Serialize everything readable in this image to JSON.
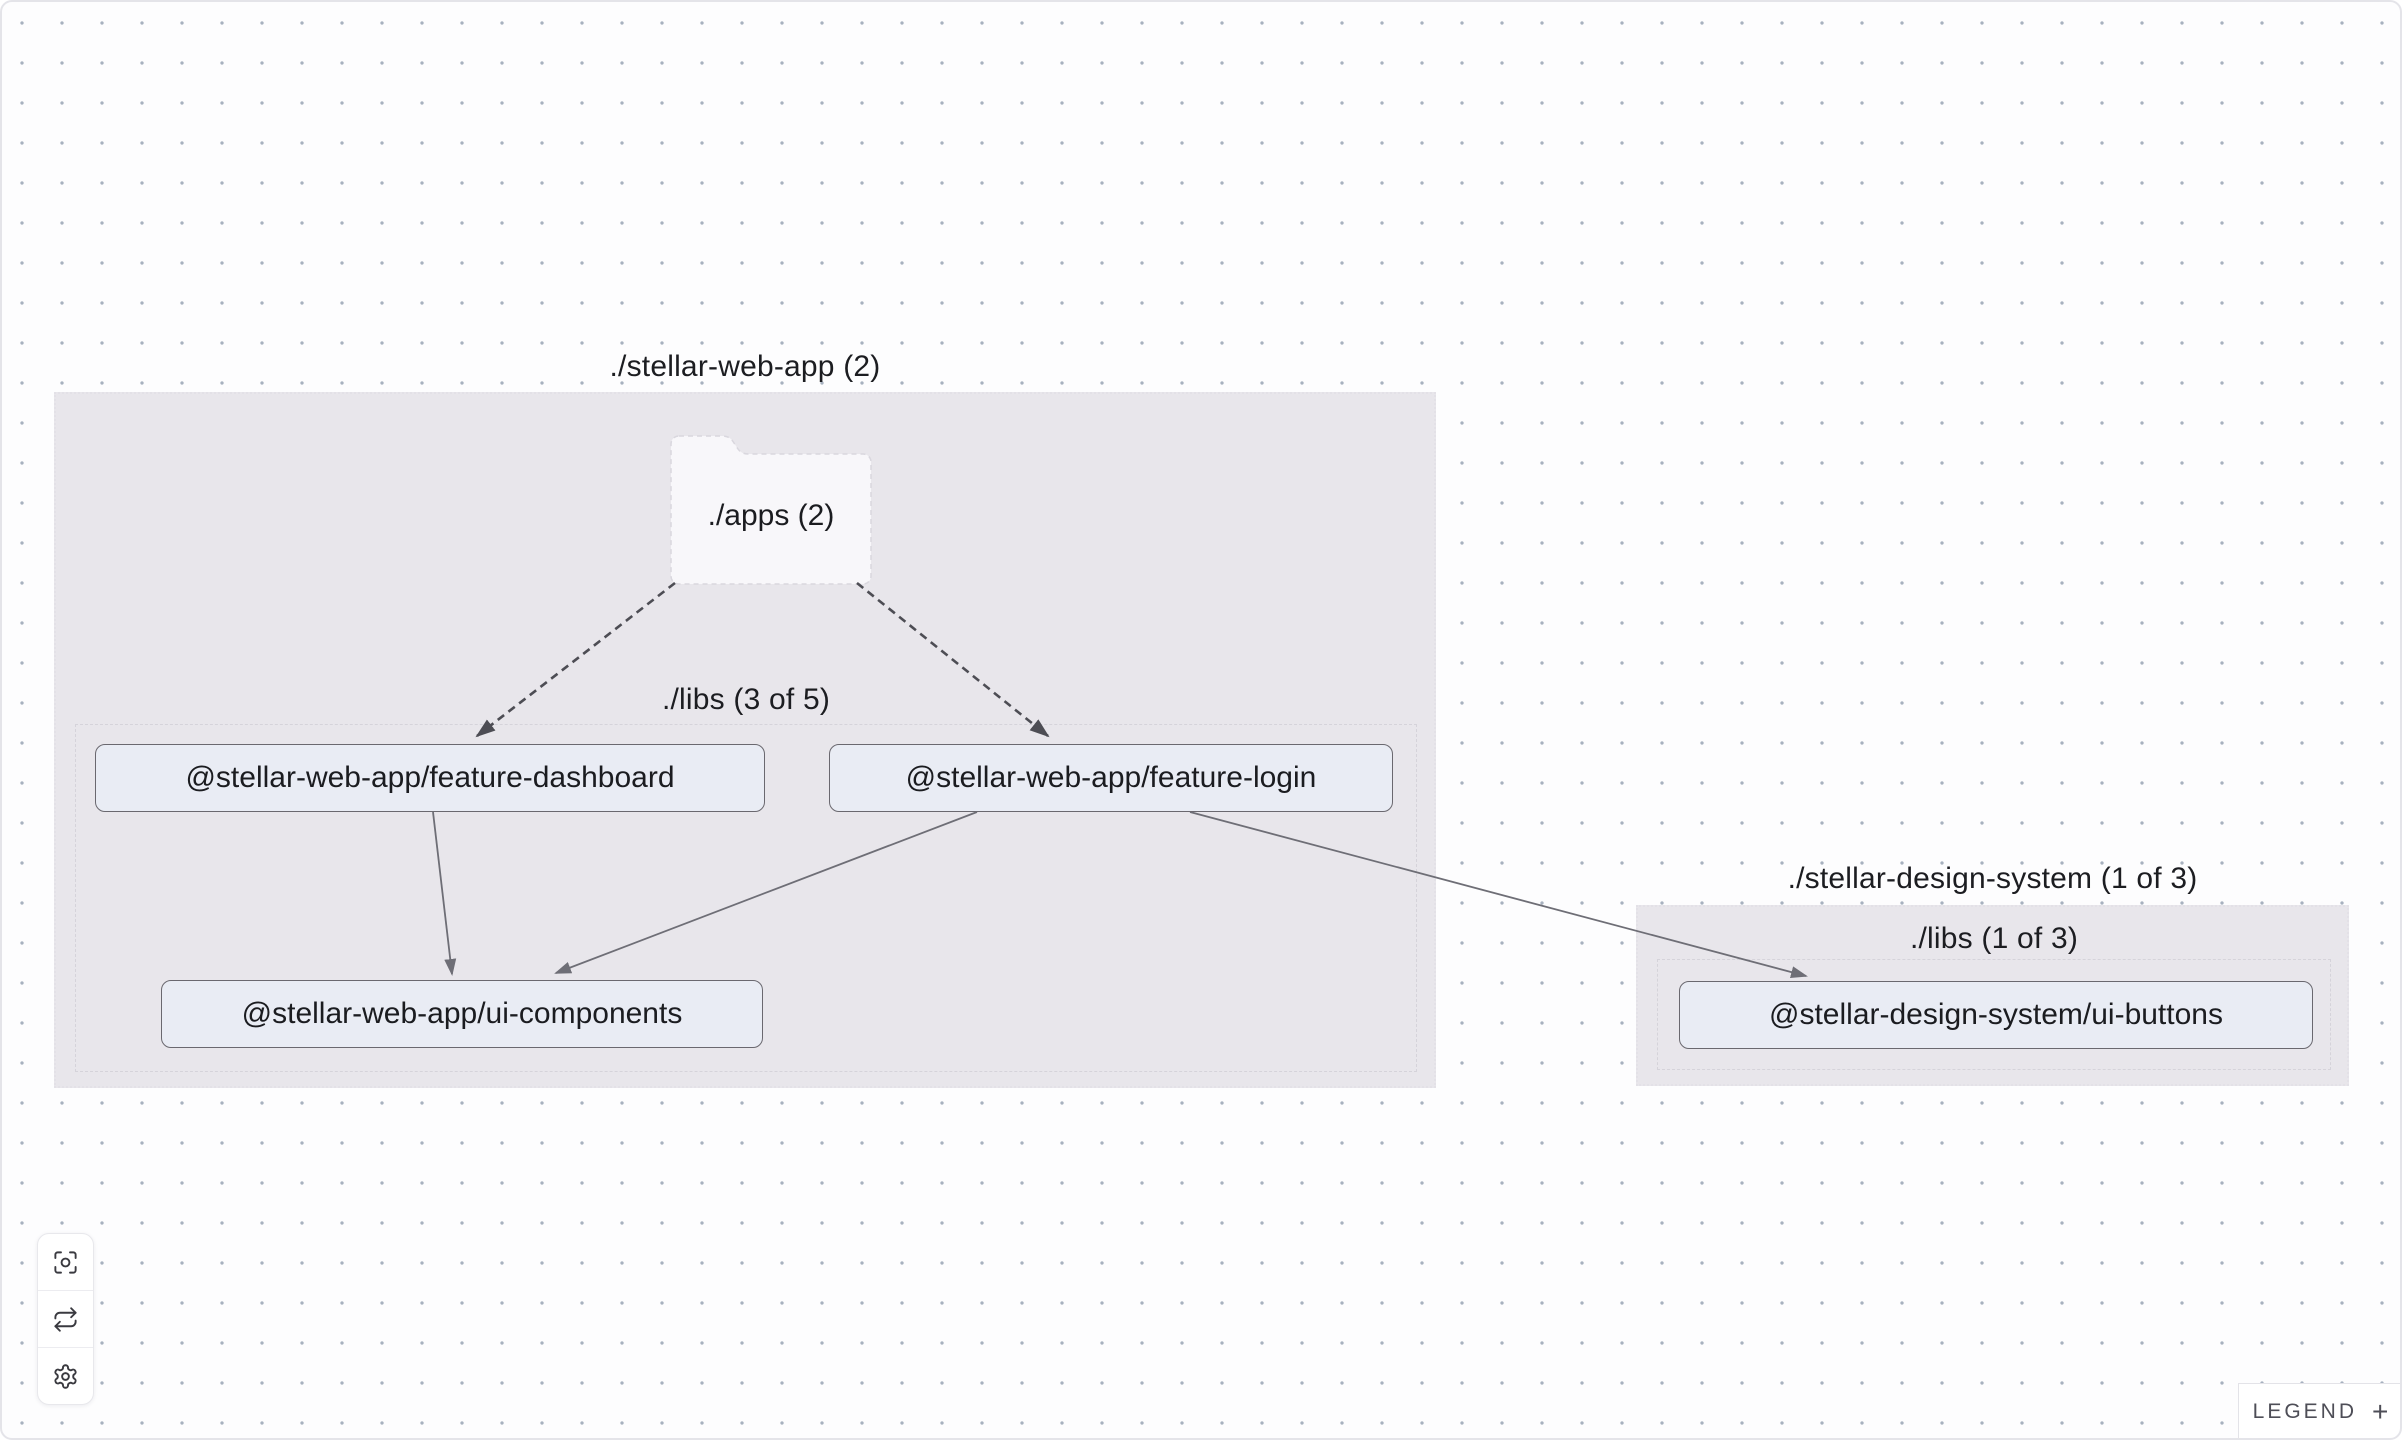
{
  "graph": {
    "groups": [
      {
        "id": "stellar-web-app",
        "label": "./stellar-web-app (2)",
        "subgroups": [
          {
            "id": "libs",
            "label": "./libs (3 of 5)"
          }
        ]
      },
      {
        "id": "stellar-design-system",
        "label": "./stellar-design-system (1 of 3)",
        "subgroups": [
          {
            "id": "libs",
            "label": "./libs (1 of 3)"
          }
        ]
      }
    ],
    "folders": [
      {
        "id": "apps",
        "label": "./apps (2)"
      }
    ],
    "projects": [
      {
        "id": "feature-dashboard",
        "label": "@stellar-web-app/feature-dashboard"
      },
      {
        "id": "feature-login",
        "label": "@stellar-web-app/feature-login"
      },
      {
        "id": "ui-components",
        "label": "@stellar-web-app/ui-components"
      },
      {
        "id": "ui-buttons",
        "label": "@stellar-design-system/ui-buttons"
      }
    ],
    "edges": [
      {
        "source": "./apps",
        "target": "@stellar-web-app/feature-dashboard",
        "type": "dashed"
      },
      {
        "source": "./apps",
        "target": "@stellar-web-app/feature-login",
        "type": "dashed"
      },
      {
        "source": "@stellar-web-app/feature-dashboard",
        "target": "@stellar-web-app/ui-components",
        "type": "solid"
      },
      {
        "source": "@stellar-web-app/feature-login",
        "target": "@stellar-web-app/ui-components",
        "type": "solid"
      },
      {
        "source": "@stellar-web-app/feature-login",
        "target": "@stellar-design-system/ui-buttons",
        "type": "solid"
      }
    ]
  },
  "toolbar": {
    "buttons": [
      {
        "id": "center-graph",
        "icon": "focus-center-icon"
      },
      {
        "id": "refresh-graph",
        "icon": "refresh-icon"
      },
      {
        "id": "graph-settings",
        "icon": "gear-icon"
      }
    ]
  },
  "legend": {
    "label": "LEGEND",
    "toggle": "+"
  },
  "colors": {
    "canvas_dot": "#a7b1bf",
    "group_fill": "#e8e6eb",
    "node_fill": "#e9ecf4",
    "node_border": "#6a686f",
    "edge_solid": "#6e6e76",
    "edge_dashed": "#4d4d54"
  }
}
